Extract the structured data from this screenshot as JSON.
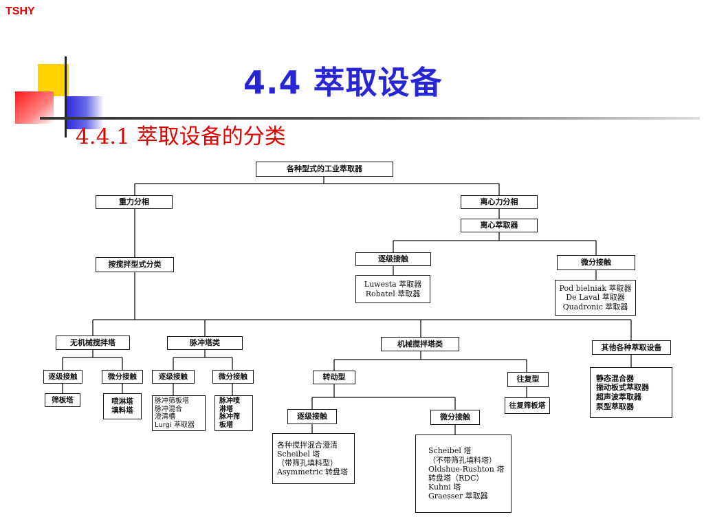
{
  "logo": "TSHY",
  "title": "4.4  萃取设备",
  "subtitle": "4.4.1  萃取设备的分类",
  "colors": {
    "title": "#2626d6",
    "subtitle": "#e00000",
    "logo": "#e00000"
  },
  "diagram": {
    "root": "各种型式的工业萃取器",
    "gravity": "重力分相",
    "centrifugal": "离心力分相",
    "centrifugal_extractor": "离心萃取器",
    "c_stage": "逐级接触",
    "c_diff": "微分接触",
    "c_stage_items": [
      "Luwesta 萃取器",
      "Robatel 萃取器"
    ],
    "c_diff_items": [
      "Pod bielniak 萃取器",
      "De Laval 萃取器",
      "Quadronic 萃取器"
    ],
    "by_stirring": "按搅拌型式分类",
    "no_mech": "无机械搅拌塔",
    "pulse": "脉冲塔类",
    "mech": "机械搅拌塔类",
    "others": "其他各种萃取设备",
    "nm_stage": "逐级接触",
    "nm_diff": "微分接触",
    "nm_stage_item": "筛板塔",
    "nm_diff_items": [
      "喷淋塔",
      "填料塔"
    ],
    "p_stage": "逐级接触",
    "p_diff": "微分接触",
    "p_stage_items": [
      "脉冲筛板塔",
      "脉冲混合",
      "澄清槽",
      "Lurgi 萃取器"
    ],
    "p_diff_items": [
      "脉冲喷",
      "淋塔",
      "脉冲筛",
      "板塔"
    ],
    "rotary": "转动型",
    "reciprocating": "往复型",
    "recip_item": "往复筛板塔",
    "r_stage": "逐级接触",
    "r_diff": "微分接触",
    "r_stage_items": [
      "各种搅拌混合澄清",
      "Scheibel 塔",
      "（带筛孔填料型）",
      "Asymmetric 转盘塔"
    ],
    "r_diff_items": [
      "Scheibel 塔",
      "（不带筛孔填料塔）",
      "Oldshue-Rushton 塔",
      "转盘塔（RDC）",
      "Kuhni 塔",
      "Graesser 萃取器"
    ],
    "others_items": [
      "静态混合器",
      "振动板式萃取器",
      "超声波萃取器",
      "泵型萃取器"
    ]
  }
}
